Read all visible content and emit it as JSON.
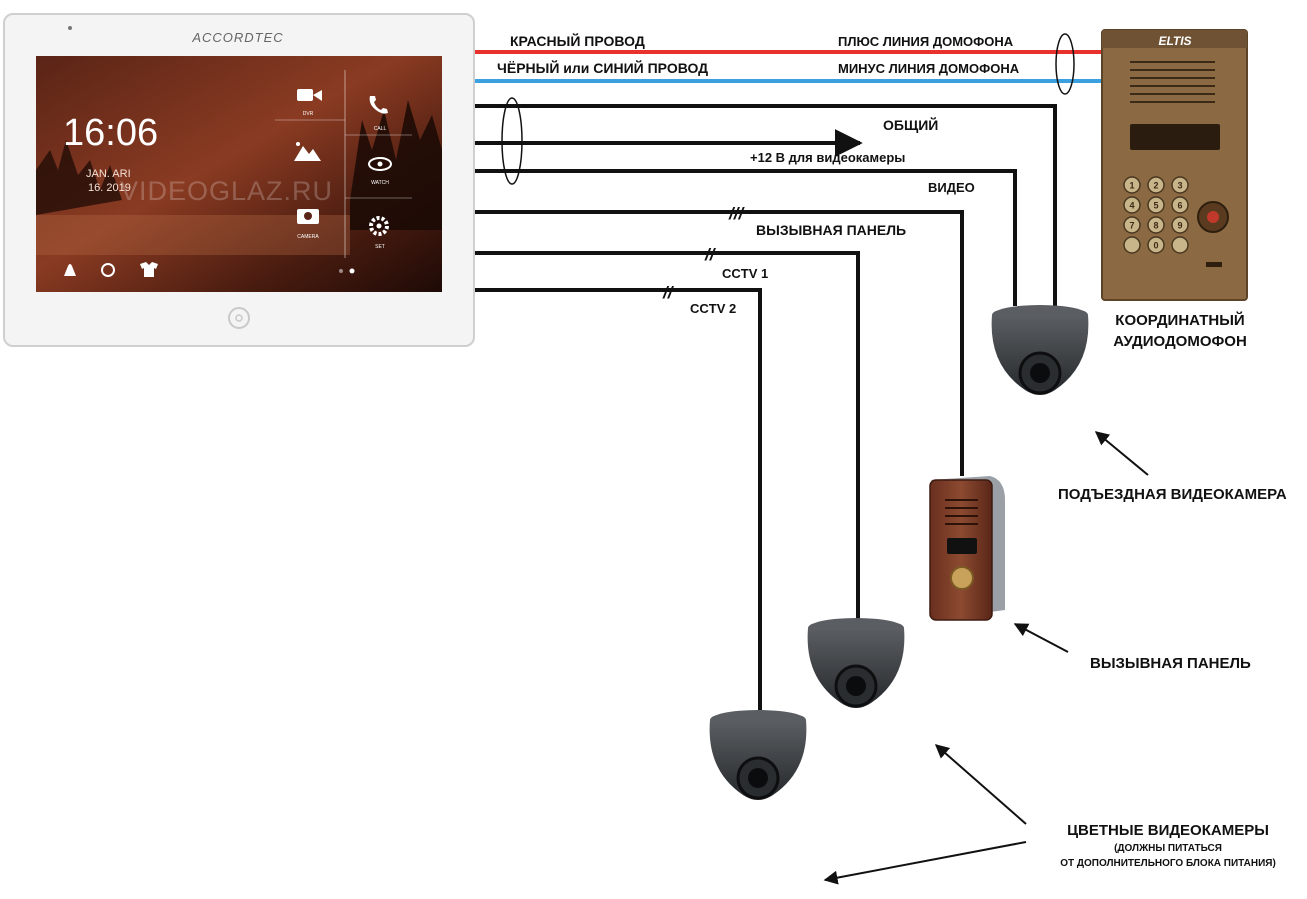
{
  "monitor": {
    "brand": "ACCORDTEC",
    "time": "16:06",
    "date_line1": "JAN. ARI",
    "date_line2": "16. 2019",
    "watermark": "VIDEOGLAZ.RU",
    "menu": {
      "dvr": "DVR",
      "call": "CALL",
      "gallery": "",
      "watch": "WATCH",
      "camera": "CAMERA",
      "set": "SET"
    }
  },
  "wires": {
    "red": "КРАСНЫЙ  ПРОВОД",
    "black_blue": "ЧЁРНЫЙ или СИНИЙ  ПРОВОД",
    "plus_line": "ПЛЮС  ЛИНИЯ ДОМОФОНА",
    "minus_line": "МИНУС ЛИНИЯ ДОМОФОНА",
    "common": "ОБЩИЙ",
    "power12": "+12 В для видеокамеры",
    "video": "ВИДЕО",
    "call_panel_wire": "ВЫЗЫВНАЯ ПАНЕЛЬ",
    "cctv1": "CCTV 1",
    "cctv2": "CCTV 2",
    "tick3": "///",
    "tick2a": "//",
    "tick2b": "//"
  },
  "intercom": {
    "brand": "ELTIS",
    "caption_line1": "КООРДИНАТНЫЙ",
    "caption_line2": "АУДИОДОМОФОН",
    "display": "",
    "keys": [
      "1",
      "2",
      "3",
      "4",
      "5",
      "6",
      "7",
      "8",
      "9",
      "",
      "0",
      ""
    ]
  },
  "labels": {
    "entrance_camera": "ПОДЪЕЗДНАЯ ВИДЕОКАМЕРА",
    "call_panel": "ВЫЗЫВНАЯ ПАНЕЛЬ",
    "call_panel_display": "",
    "color_cameras": "ЦВЕТНЫЕ ВИДЕОКАМЕРЫ",
    "power_note1": "(ДОЛЖНЫ ПИТАТЬСЯ",
    "power_note2": "ОТ ДОПОЛНИТЕЛЬНОГО БЛОКА ПИТАНИЯ)"
  },
  "colors": {
    "red_wire": "#e8312d",
    "blue_wire": "#3aa0e0",
    "black_wire": "#111111"
  }
}
